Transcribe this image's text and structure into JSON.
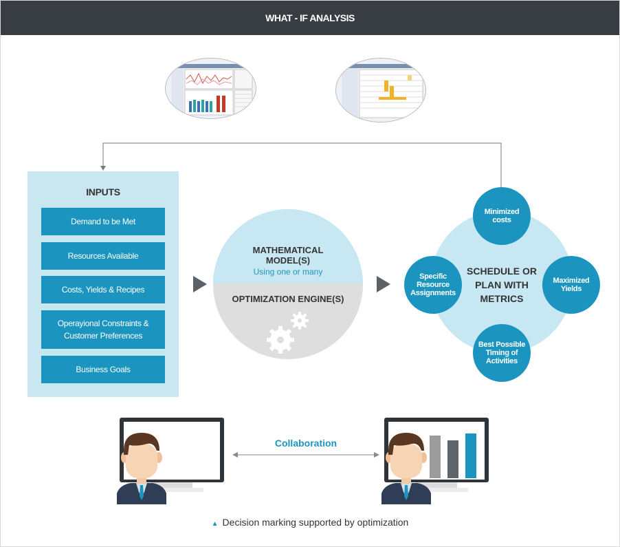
{
  "header": {
    "title": "WHAT - IF ANALYSIS"
  },
  "inputs": {
    "title": "INPUTS",
    "items": [
      "Demand to be Met",
      "Resources Available",
      "Costs, Yields & Recipes",
      "Operayional Constraints & Customer Preferences",
      "Business Goals"
    ]
  },
  "engine": {
    "model_title": "MATHEMATICAL MODEL(S)",
    "model_subtitle": "Using one or many",
    "engine_title": "OPTIMIZATION ENGINE(S)"
  },
  "schedule": {
    "center_label": "SCHEDULE OR PLAN WITH METRICS",
    "metrics": [
      "Minimized costs",
      "Maximized Yields",
      "Best Possible Timing of Activities",
      "Specific Resource Assignments"
    ]
  },
  "collaboration": {
    "label": "Collaboration"
  },
  "footer": {
    "caption": "Decision marking supported by optimization",
    "icon": "triangle-up-icon"
  },
  "colors": {
    "header_bg": "#373d42",
    "accent": "#1b95bf",
    "light_blue": "#c7e8f3",
    "inputs_bg": "#c9e7f1",
    "gray": "#dedede"
  }
}
